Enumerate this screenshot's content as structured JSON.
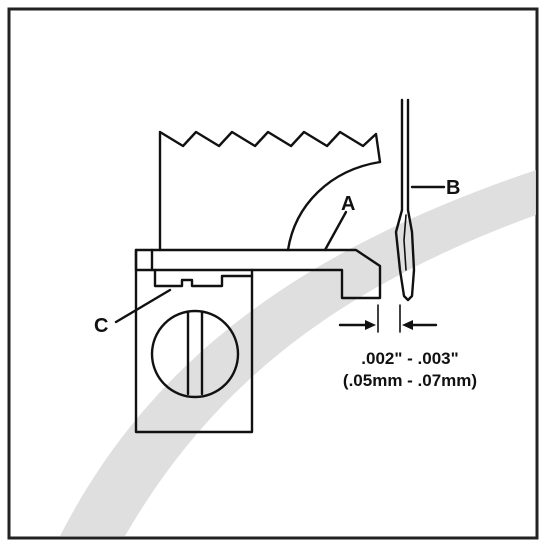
{
  "labels": {
    "a": "A",
    "b": "B",
    "c": "C"
  },
  "dimension": {
    "inches": ".002\" - .003\"",
    "millimeters": "(.05mm - .07mm)"
  },
  "colors": {
    "ink": "#111111",
    "frame": "#222222",
    "swoosh": "#d9d9d9",
    "background": "#ffffff"
  }
}
